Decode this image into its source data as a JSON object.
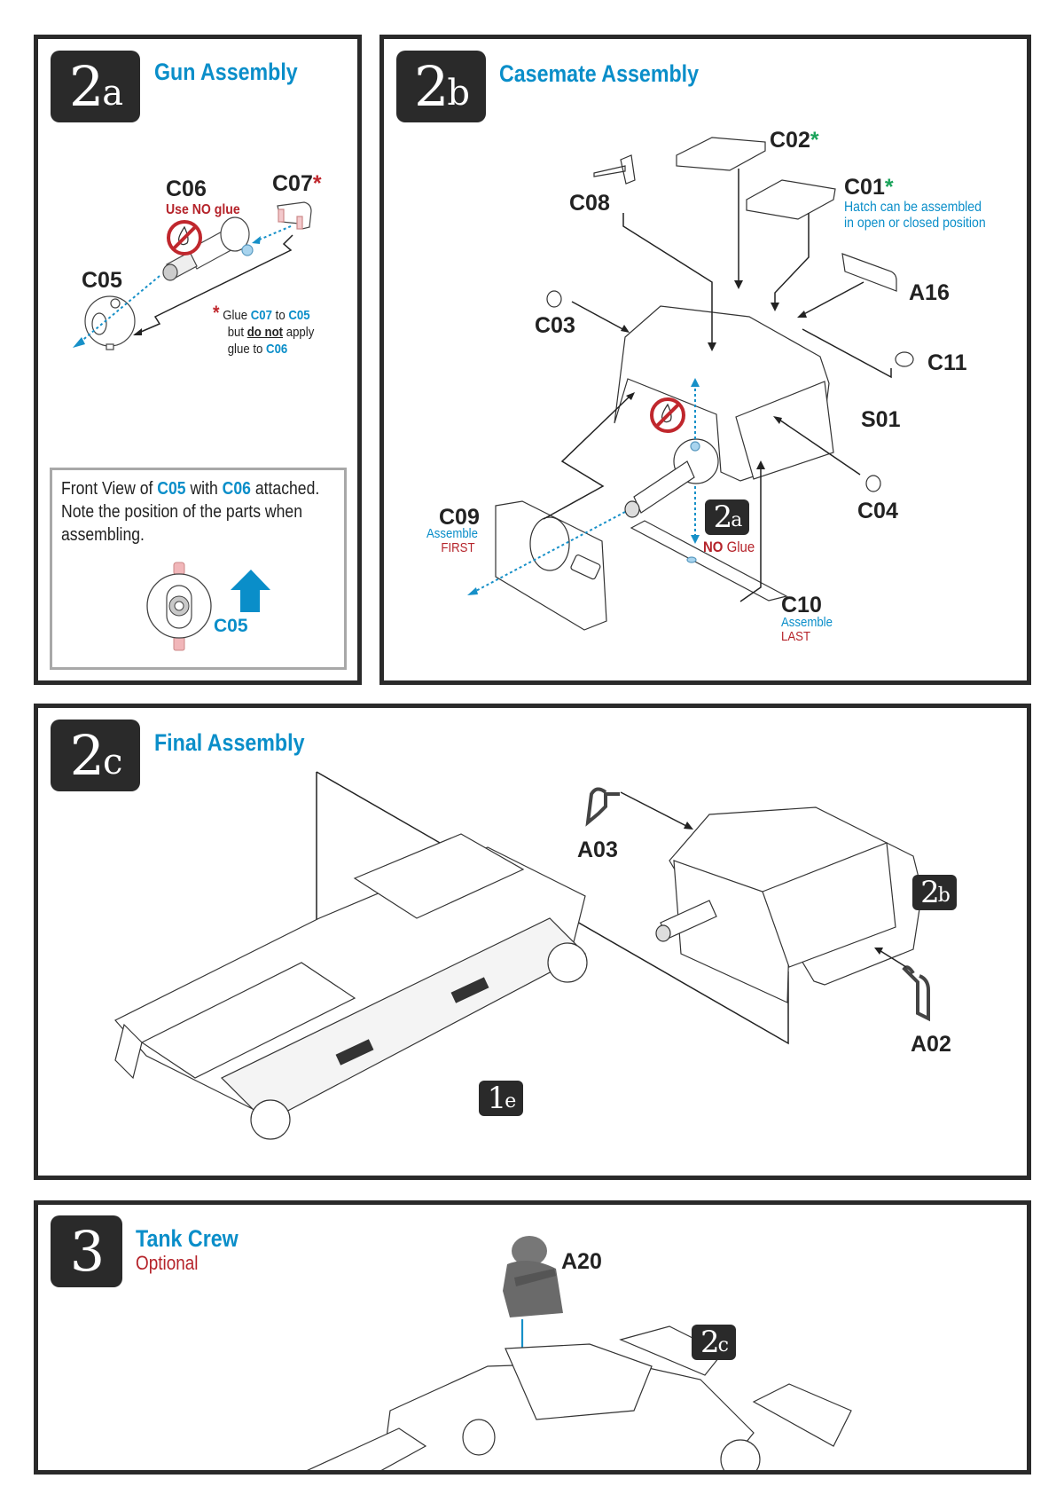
{
  "colors": {
    "title_blue": "#0a8ec9",
    "warning_red": "#b5232a",
    "hatch_green": "#1aa35a",
    "frame": "#2a2a2a"
  },
  "step_2a": {
    "badge": {
      "num": "2",
      "sub": "a"
    },
    "title": "Gun Assembly",
    "parts": {
      "c06": {
        "label": "C06",
        "note": "Use NO glue"
      },
      "c07": {
        "label": "C07",
        "star": "*"
      },
      "c05": {
        "label": "C05"
      }
    },
    "no_glue_icon": "no-glue-icon",
    "glue_note": {
      "star": "*",
      "line1_a": "Glue ",
      "line1_b": "C07",
      "line1_c": " to ",
      "line1_d": "C05",
      "line2_a": "but ",
      "line2_b": "do not",
      "line2_c": " apply",
      "line3_a": "glue to ",
      "line3_b": "C06"
    },
    "front_view": {
      "line1_a": "Front View of ",
      "line1_b": "C05",
      "line1_c": " with ",
      "line1_d": "C06",
      "line1_e": " attached.",
      "line2": "Note the position of the parts when",
      "line3": "assembling.",
      "arrow_label": "C05"
    }
  },
  "step_2b": {
    "badge": {
      "num": "2",
      "sub": "b"
    },
    "title": "Casemate Assembly",
    "parts": {
      "c02": {
        "label": "C02",
        "star": "*"
      },
      "c01": {
        "label": "C01",
        "star": "*",
        "note1": "Hatch can be assembled",
        "note2": "in open or closed position"
      },
      "c08": {
        "label": "C08"
      },
      "a16": {
        "label": "A16"
      },
      "c03": {
        "label": "C03"
      },
      "c11": {
        "label": "C11"
      },
      "s01": {
        "label": "S01"
      },
      "c04": {
        "label": "C04"
      },
      "c09": {
        "label": "C09",
        "note1": "Assemble",
        "note2": "FIRST"
      },
      "c10": {
        "label": "C10",
        "note1": "Assemble",
        "note2": "LAST"
      }
    },
    "ref_badge": {
      "num": "2",
      "sub": "a"
    },
    "ref_note_a": "NO",
    "ref_note_b": " Glue"
  },
  "step_2c": {
    "badge": {
      "num": "2",
      "sub": "c"
    },
    "title": "Final Assembly",
    "parts": {
      "a03": {
        "label": "A03"
      },
      "a02": {
        "label": "A02"
      }
    },
    "ref_badge_2b": {
      "num": "2",
      "sub": "b"
    },
    "ref_badge_1e": {
      "num": "1",
      "sub": "e"
    }
  },
  "step_3": {
    "badge": {
      "num": "3",
      "sub": ""
    },
    "title": "Tank Crew",
    "subtitle": "Optional",
    "parts": {
      "a20": {
        "label": "A20"
      }
    },
    "ref_badge_2c": {
      "num": "2",
      "sub": "c"
    }
  }
}
